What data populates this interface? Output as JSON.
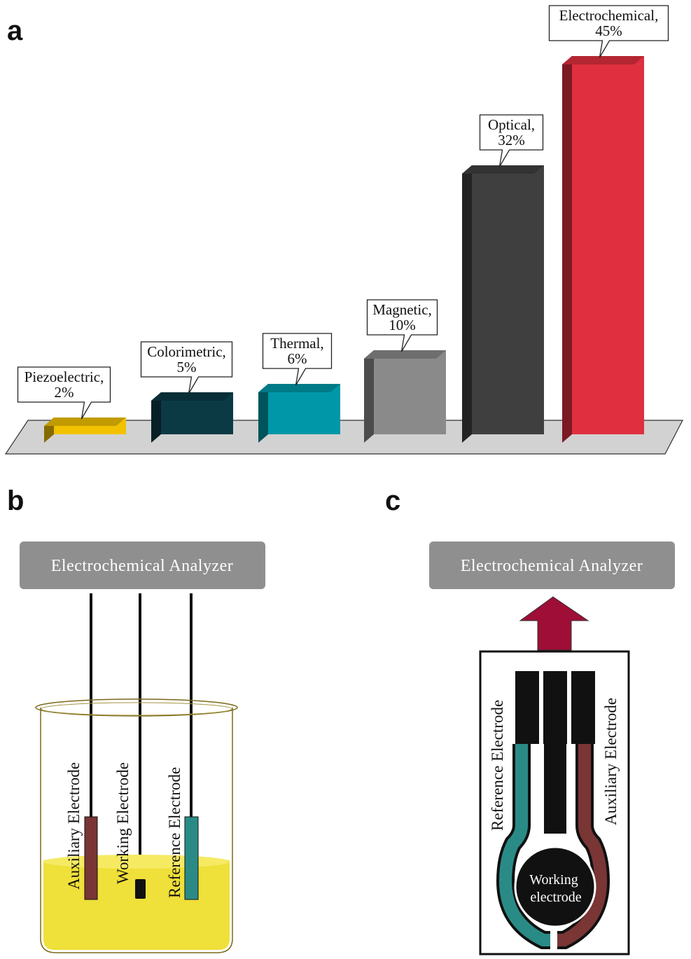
{
  "panels": {
    "a": "a",
    "b": "b",
    "c": "c"
  },
  "chart_data": {
    "type": "bar",
    "categories": [
      "Piezoelectric",
      "Colorimetric",
      "Thermal",
      "Magnetic",
      "Optical",
      "Electrochemical"
    ],
    "values": [
      2,
      5,
      6,
      10,
      32,
      45
    ],
    "value_unit": "%",
    "callouts": [
      {
        "line1": "Piezoelectric,",
        "line2": "2%"
      },
      {
        "line1": "Colorimetric,",
        "line2": "5%"
      },
      {
        "line1": "Thermal,",
        "line2": "6%"
      },
      {
        "line1": "Magnetic,",
        "line2": "10%"
      },
      {
        "line1": "Optical,",
        "line2": "32%"
      },
      {
        "line1": "Electrochemical,",
        "line2": "45%"
      }
    ],
    "colors": [
      "#f2c200",
      "#0b3a45",
      "#0098a8",
      "#8a8a8a",
      "#3f3f3f",
      "#e0303f"
    ],
    "title": "",
    "xlabel": "",
    "ylabel": "",
    "style": "3d-bars",
    "grid": false,
    "legend": "none"
  },
  "diagram_b": {
    "analyzer_label": "Electrochemical Analyzer",
    "electrodes": [
      "Auxiliary Electrode",
      "Working Electrode",
      "Reference Electrode"
    ],
    "colors": {
      "auxiliary": "#7a3535",
      "working": "#111111",
      "reference": "#2a8b86",
      "solution": "#efe03a",
      "analyzer_box": "#8f8f8f"
    }
  },
  "diagram_c": {
    "analyzer_label": "Electrochemical Analyzer",
    "left_label": "Reference Electrode",
    "right_label": "Auxiliary Electrode",
    "center_line1": "Working",
    "center_line2": "electrode",
    "colors": {
      "arrow": "#9e0e36",
      "reference": "#2a8b86",
      "auxiliary": "#7a3535",
      "working": "#111111"
    }
  }
}
